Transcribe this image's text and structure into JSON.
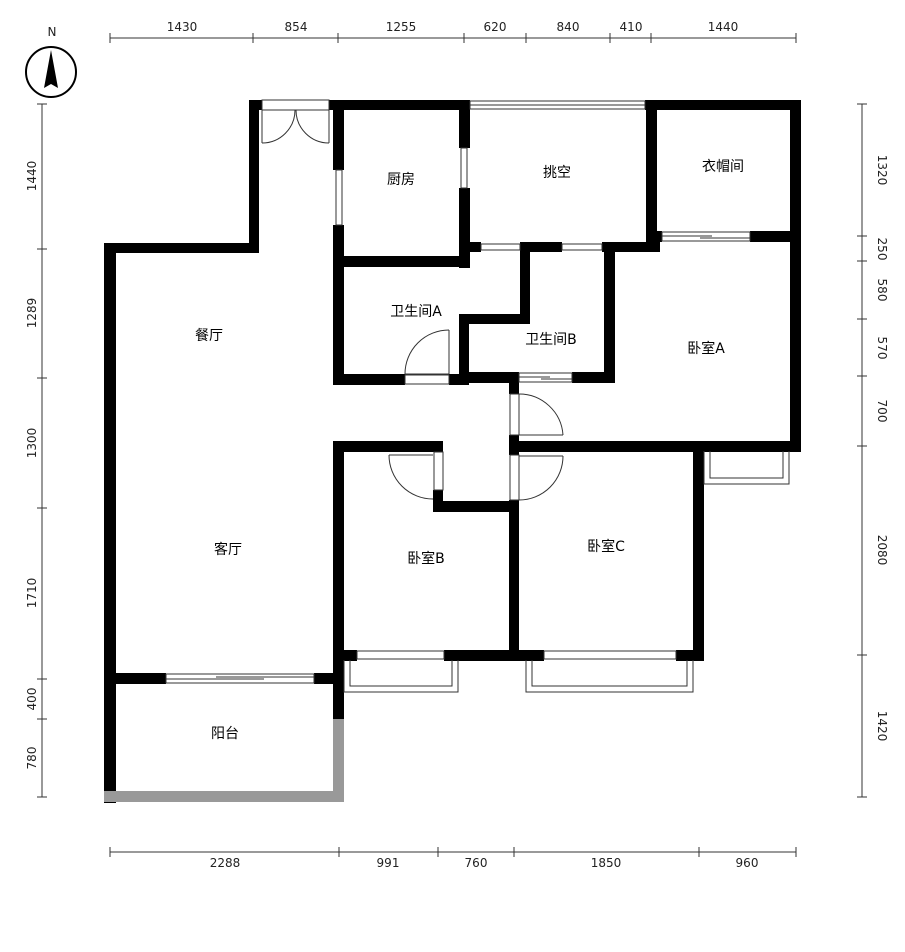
{
  "compass": {
    "label": "N"
  },
  "dimensions": {
    "top": [
      "1430",
      "854",
      "1255",
      "620",
      "840",
      "410",
      "1440"
    ],
    "bottom": [
      "2288",
      "991",
      "760",
      "1850",
      "960"
    ],
    "left": [
      "1440",
      "1289",
      "1300",
      "1710",
      "400",
      "780"
    ],
    "right": [
      "1320",
      "250",
      "580",
      "570",
      "700",
      "2080",
      "1420"
    ]
  },
  "rooms": {
    "kitchen": "厨房",
    "void": "挑空",
    "cloakroom": "衣帽间",
    "bathroom_a": "卫生间A",
    "bathroom_b": "卫生间B",
    "dining": "餐厅",
    "bedroom_a": "卧室A",
    "living": "客厅",
    "bedroom_b": "卧室B",
    "bedroom_c": "卧室C",
    "balcony": "阳台"
  }
}
